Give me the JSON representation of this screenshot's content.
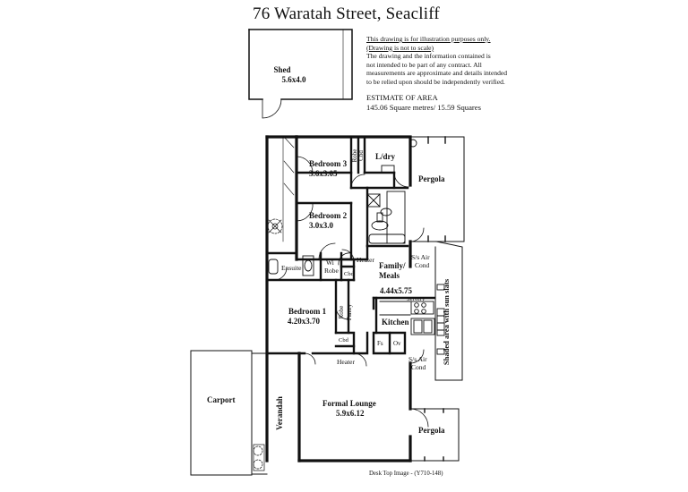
{
  "title": "76 Waratah  Street, Seacliff",
  "disclaimer": {
    "line1": "This drawing is for illustration purposes only.",
    "line2": "(Drawing is not to scale)",
    "line3": "The drawing and the information contained is",
    "line4": "not intended to be part of any contract.  All",
    "line5": "measurements are approximate and details intended",
    "line6": "to be relied upon should be independently verified."
  },
  "estimate": {
    "heading": "ESTIMATE OF AREA",
    "value": "145.06 Square metres/  15.59 Squares"
  },
  "rooms": {
    "shed_name": "Shed",
    "shed_size": "5.6x4.0",
    "bedroom3_name": "Bedroom 3",
    "bedroom3_size": "3.6x3.05",
    "ldry": "L/dry",
    "robe": "Robe",
    "cbd": "Cbd",
    "pergola_top": "Pergola",
    "bedroom2_name": "Bedroom 2",
    "bedroom2_size": "3.0x3.0",
    "ensuite": "Ensuite",
    "wi_robe_1": "Wi",
    "wi_robe_2": "Robe",
    "heater_top": "Heater",
    "family_1": "Family/",
    "family_2": "Meals",
    "family_size": "4.44x5.75",
    "sa_top_1": "S/s Air",
    "sa_top_2": "Cond",
    "servery": "Servery",
    "bedroom1_name": "Bedroom 1",
    "bedroom1_size": "4.20x3.70",
    "pantry": "Pantry",
    "kitchen": "Kitchen",
    "fs": "Fs",
    "ov": "Ov",
    "heater_bottom": "Heater",
    "sa_bottom_1": "S/s Air",
    "sa_bottom_2": "Cond",
    "shaded": "Shaded area with sun slats",
    "carport": "Carport",
    "verandah": "Verandah",
    "lounge_name": "Formal Lounge",
    "lounge_size": "5.9x6.12",
    "pergola_bottom": "Pergola"
  },
  "footer": "Desk Top Image - (Y710-148)"
}
